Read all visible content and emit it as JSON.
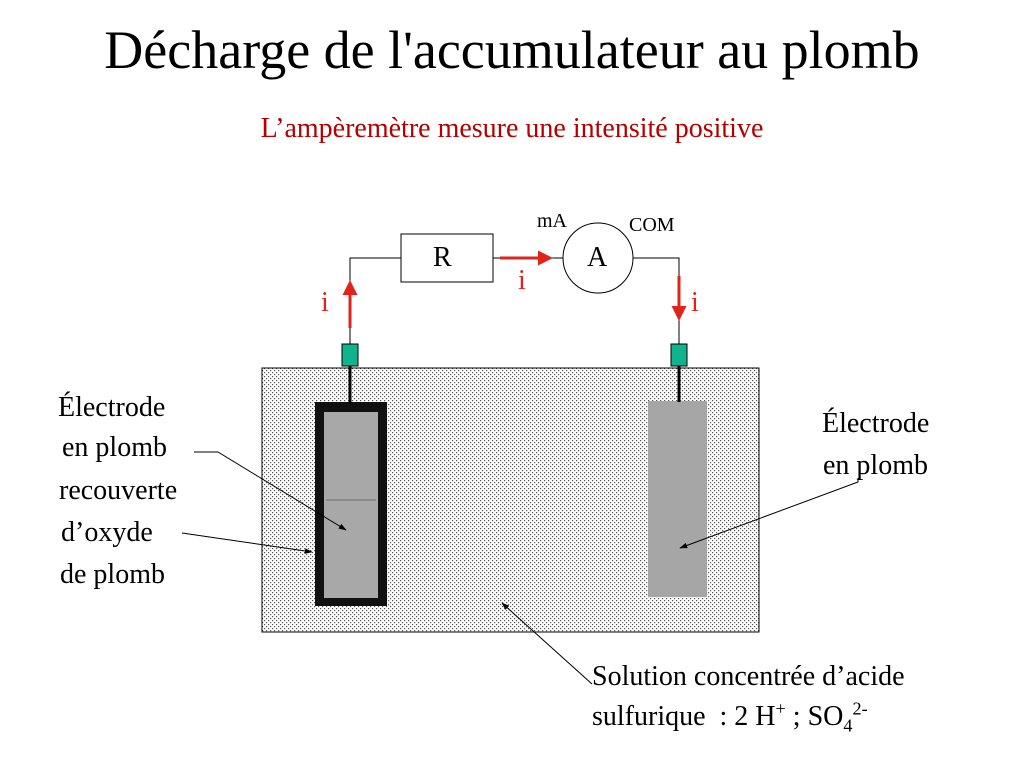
{
  "title": "Décharge de l'accumulateur au plomb",
  "subtitle": "L’ampèremètre mesure une intensité positive",
  "circuit": {
    "resistor_label": "R",
    "ammeter_label": "A",
    "ammeter_terminal_left": "mA",
    "ammeter_terminal_right": "COM",
    "current_label": "i"
  },
  "labels": {
    "left_electrode": [
      "Électrode",
      "en plomb",
      "recouverte",
      "d’oxyde",
      "de plomb"
    ],
    "right_electrode": [
      "Électrode",
      "en plomb"
    ],
    "solution_line1": "Solution concentrée d’acide",
    "solution_line2_prefix": "sulfurique  : 2 H",
    "solution_h_charge": "+",
    "solution_sep": " ; SO",
    "solution_sub": "4",
    "solution_sup": "2-"
  },
  "colors": {
    "current_arrow": "#e0241b",
    "terminal": "#10b48c",
    "subtitle": "#b30000"
  }
}
